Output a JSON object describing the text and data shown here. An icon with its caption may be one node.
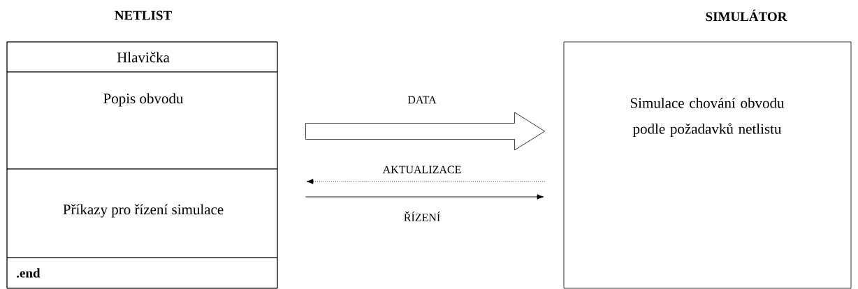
{
  "diagram": {
    "nodes": [
      {
        "text": [
          "NETLIST"
        ]
      },
      {
        "text": [
          "Hlavička"
        ],
        "in": 0
      },
      {
        "text": [
          "Popis obvodu"
        ],
        "in": 0
      },
      {
        "text": [
          "Příkazy pro řízení simulace"
        ],
        "in": 0
      },
      {
        "text": [
          ".end"
        ],
        "in": 0
      },
      {
        "text": [
          "SIMULÁTOR",
          "Simulace chování obvodu podle požadavků netlistu"
        ]
      }
    ],
    "edges": [
      {
        "from": 2,
        "to": 5,
        "arrow": "to",
        "label": "DATA",
        "style": "thick"
      },
      {
        "from": 5,
        "to": 3,
        "arrow": "to",
        "label": "AKTUALIZACE",
        "style": "dashed"
      },
      {
        "from": 3,
        "to": 5,
        "arrow": "to",
        "label": "ŘÍZENÍ"
      }
    ]
  }
}
